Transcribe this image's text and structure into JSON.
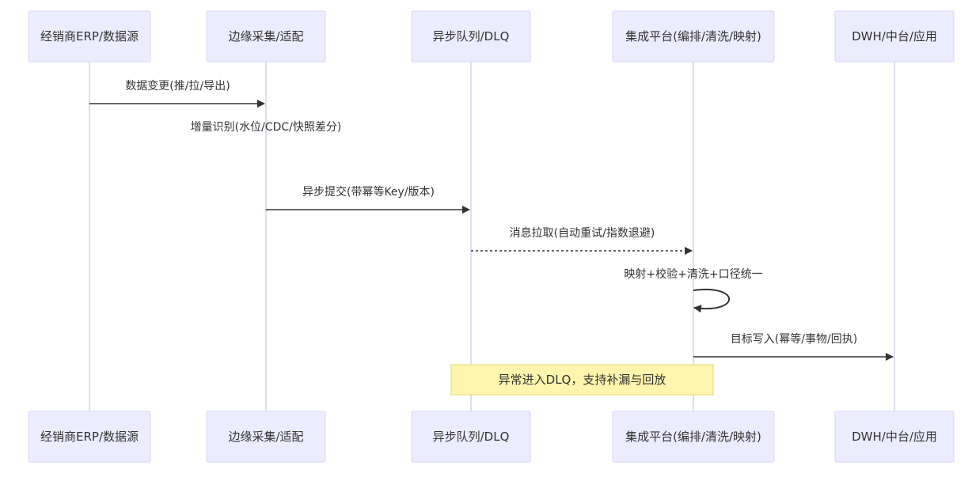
{
  "participants": [
    {
      "id": "erp",
      "label": "经销商ERP/数据源"
    },
    {
      "id": "edge",
      "label": "边缘采集/适配"
    },
    {
      "id": "mq",
      "label": "异步队列/DLQ"
    },
    {
      "id": "integ",
      "label": "集成平台(编排/清洗/映射)"
    },
    {
      "id": "dwh",
      "label": "DWH/中台/应用"
    }
  ],
  "messages": [
    {
      "from": "erp",
      "to": "edge",
      "label": "数据变更(推/拉/导出)",
      "style": "solid"
    },
    {
      "from": "edge",
      "to": "edge",
      "label": "增量识别(水位/CDC/快照差分)",
      "style": "self"
    },
    {
      "from": "edge",
      "to": "mq",
      "label": "异步提交(带幂等Key/版本)",
      "style": "solid"
    },
    {
      "from": "mq",
      "to": "integ",
      "label": "消息拉取(自动重试/指数退避)",
      "style": "dotted"
    },
    {
      "from": "integ",
      "to": "integ",
      "label": "映射+校验+清洗+口径统一",
      "style": "self"
    },
    {
      "from": "integ",
      "to": "dwh",
      "label": "目标写入(幂等/事物/回执)",
      "style": "solid"
    }
  ],
  "note": {
    "over": [
      "mq",
      "integ"
    ],
    "text": "异常进入DLQ，支持补漏与回放"
  },
  "colors": {
    "actor_fill": "#ECECFF",
    "actor_stroke": "#DCD6F5",
    "lifeline": "#D6D0F0",
    "arrow": "#333333",
    "note_fill": "#FFF5AD",
    "note_stroke": "#E6DA6E"
  }
}
